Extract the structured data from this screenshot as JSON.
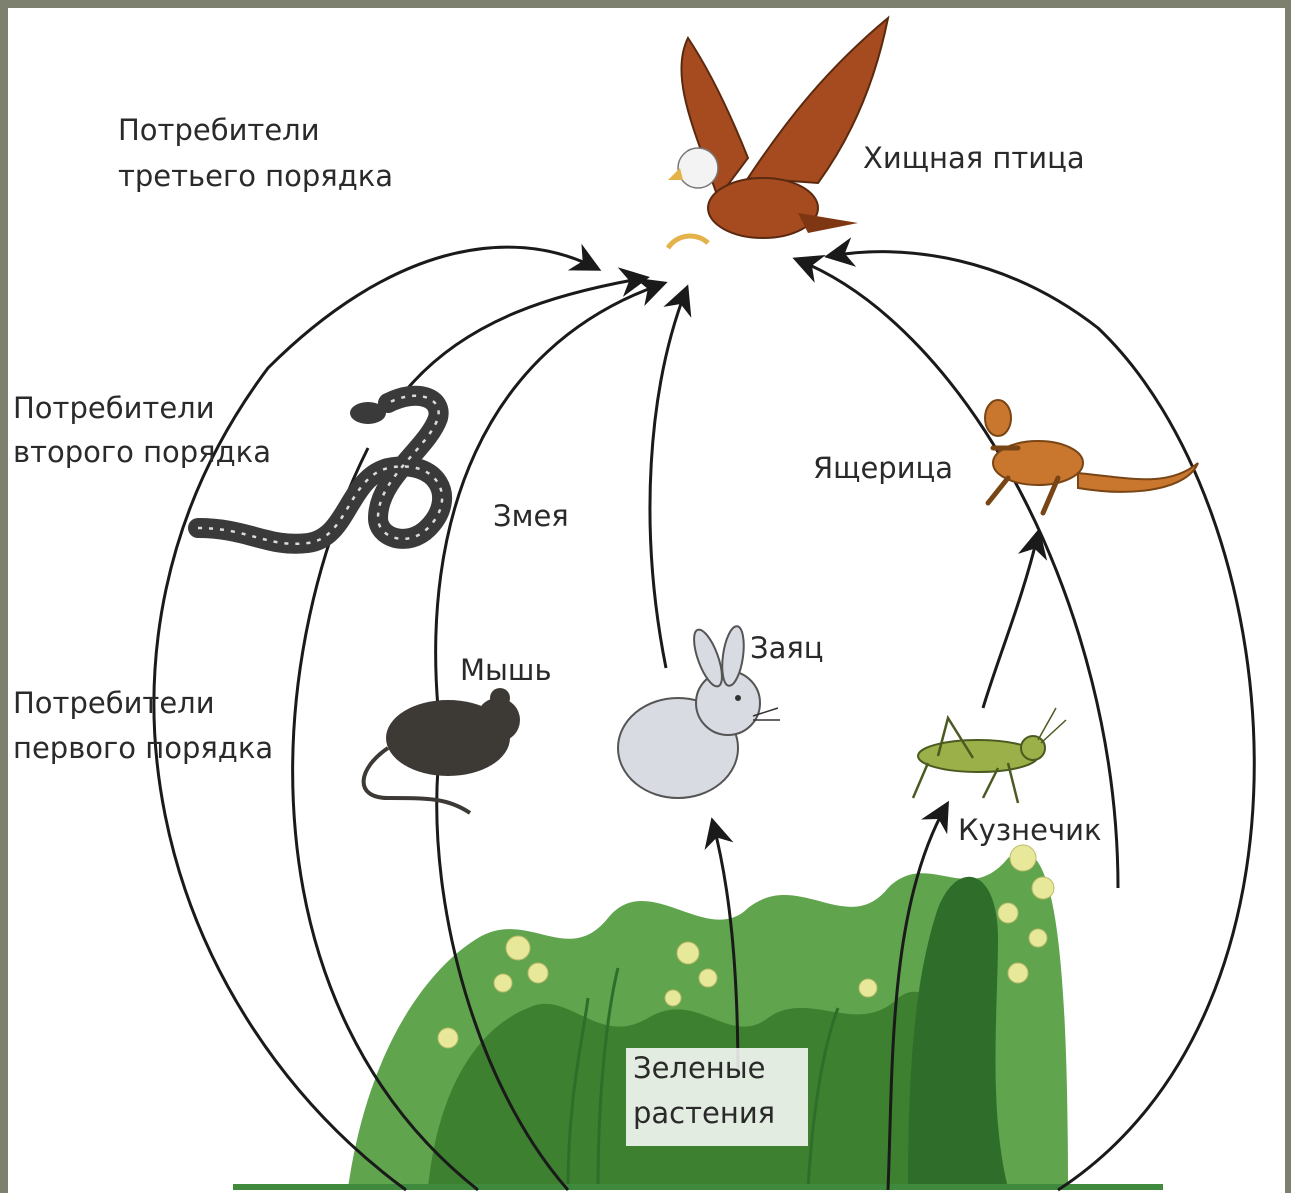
{
  "levels": {
    "third": [
      "Потребители",
      "третьего порядка"
    ],
    "second": [
      "Потребители",
      "второго порядка"
    ],
    "first": [
      "Потребители",
      "первого порядка"
    ]
  },
  "organisms": {
    "raptor": "Хищная птица",
    "snake": "Змея",
    "lizard": "Ящерица",
    "mouse": "Мышь",
    "hare": "Заяц",
    "grasshopper": "Кузнечик",
    "plants": [
      "Зеленые",
      "растения"
    ]
  },
  "colors": {
    "frame": "#7d806f",
    "eagle": "#a64a1f",
    "lizard": "#c9772f",
    "snake": "#3a3a3a",
    "mouse": "#3d3a36",
    "hare": "#d8dbe2",
    "grasshopper": "#9bb048",
    "plants": "#4f9a3a",
    "flowers": "#e7e89a",
    "ground": "#3f8a3c"
  },
  "icons": [
    "eagle-icon",
    "snake-icon",
    "lizard-icon",
    "mouse-icon",
    "hare-icon",
    "grasshopper-icon",
    "plants-icon"
  ]
}
